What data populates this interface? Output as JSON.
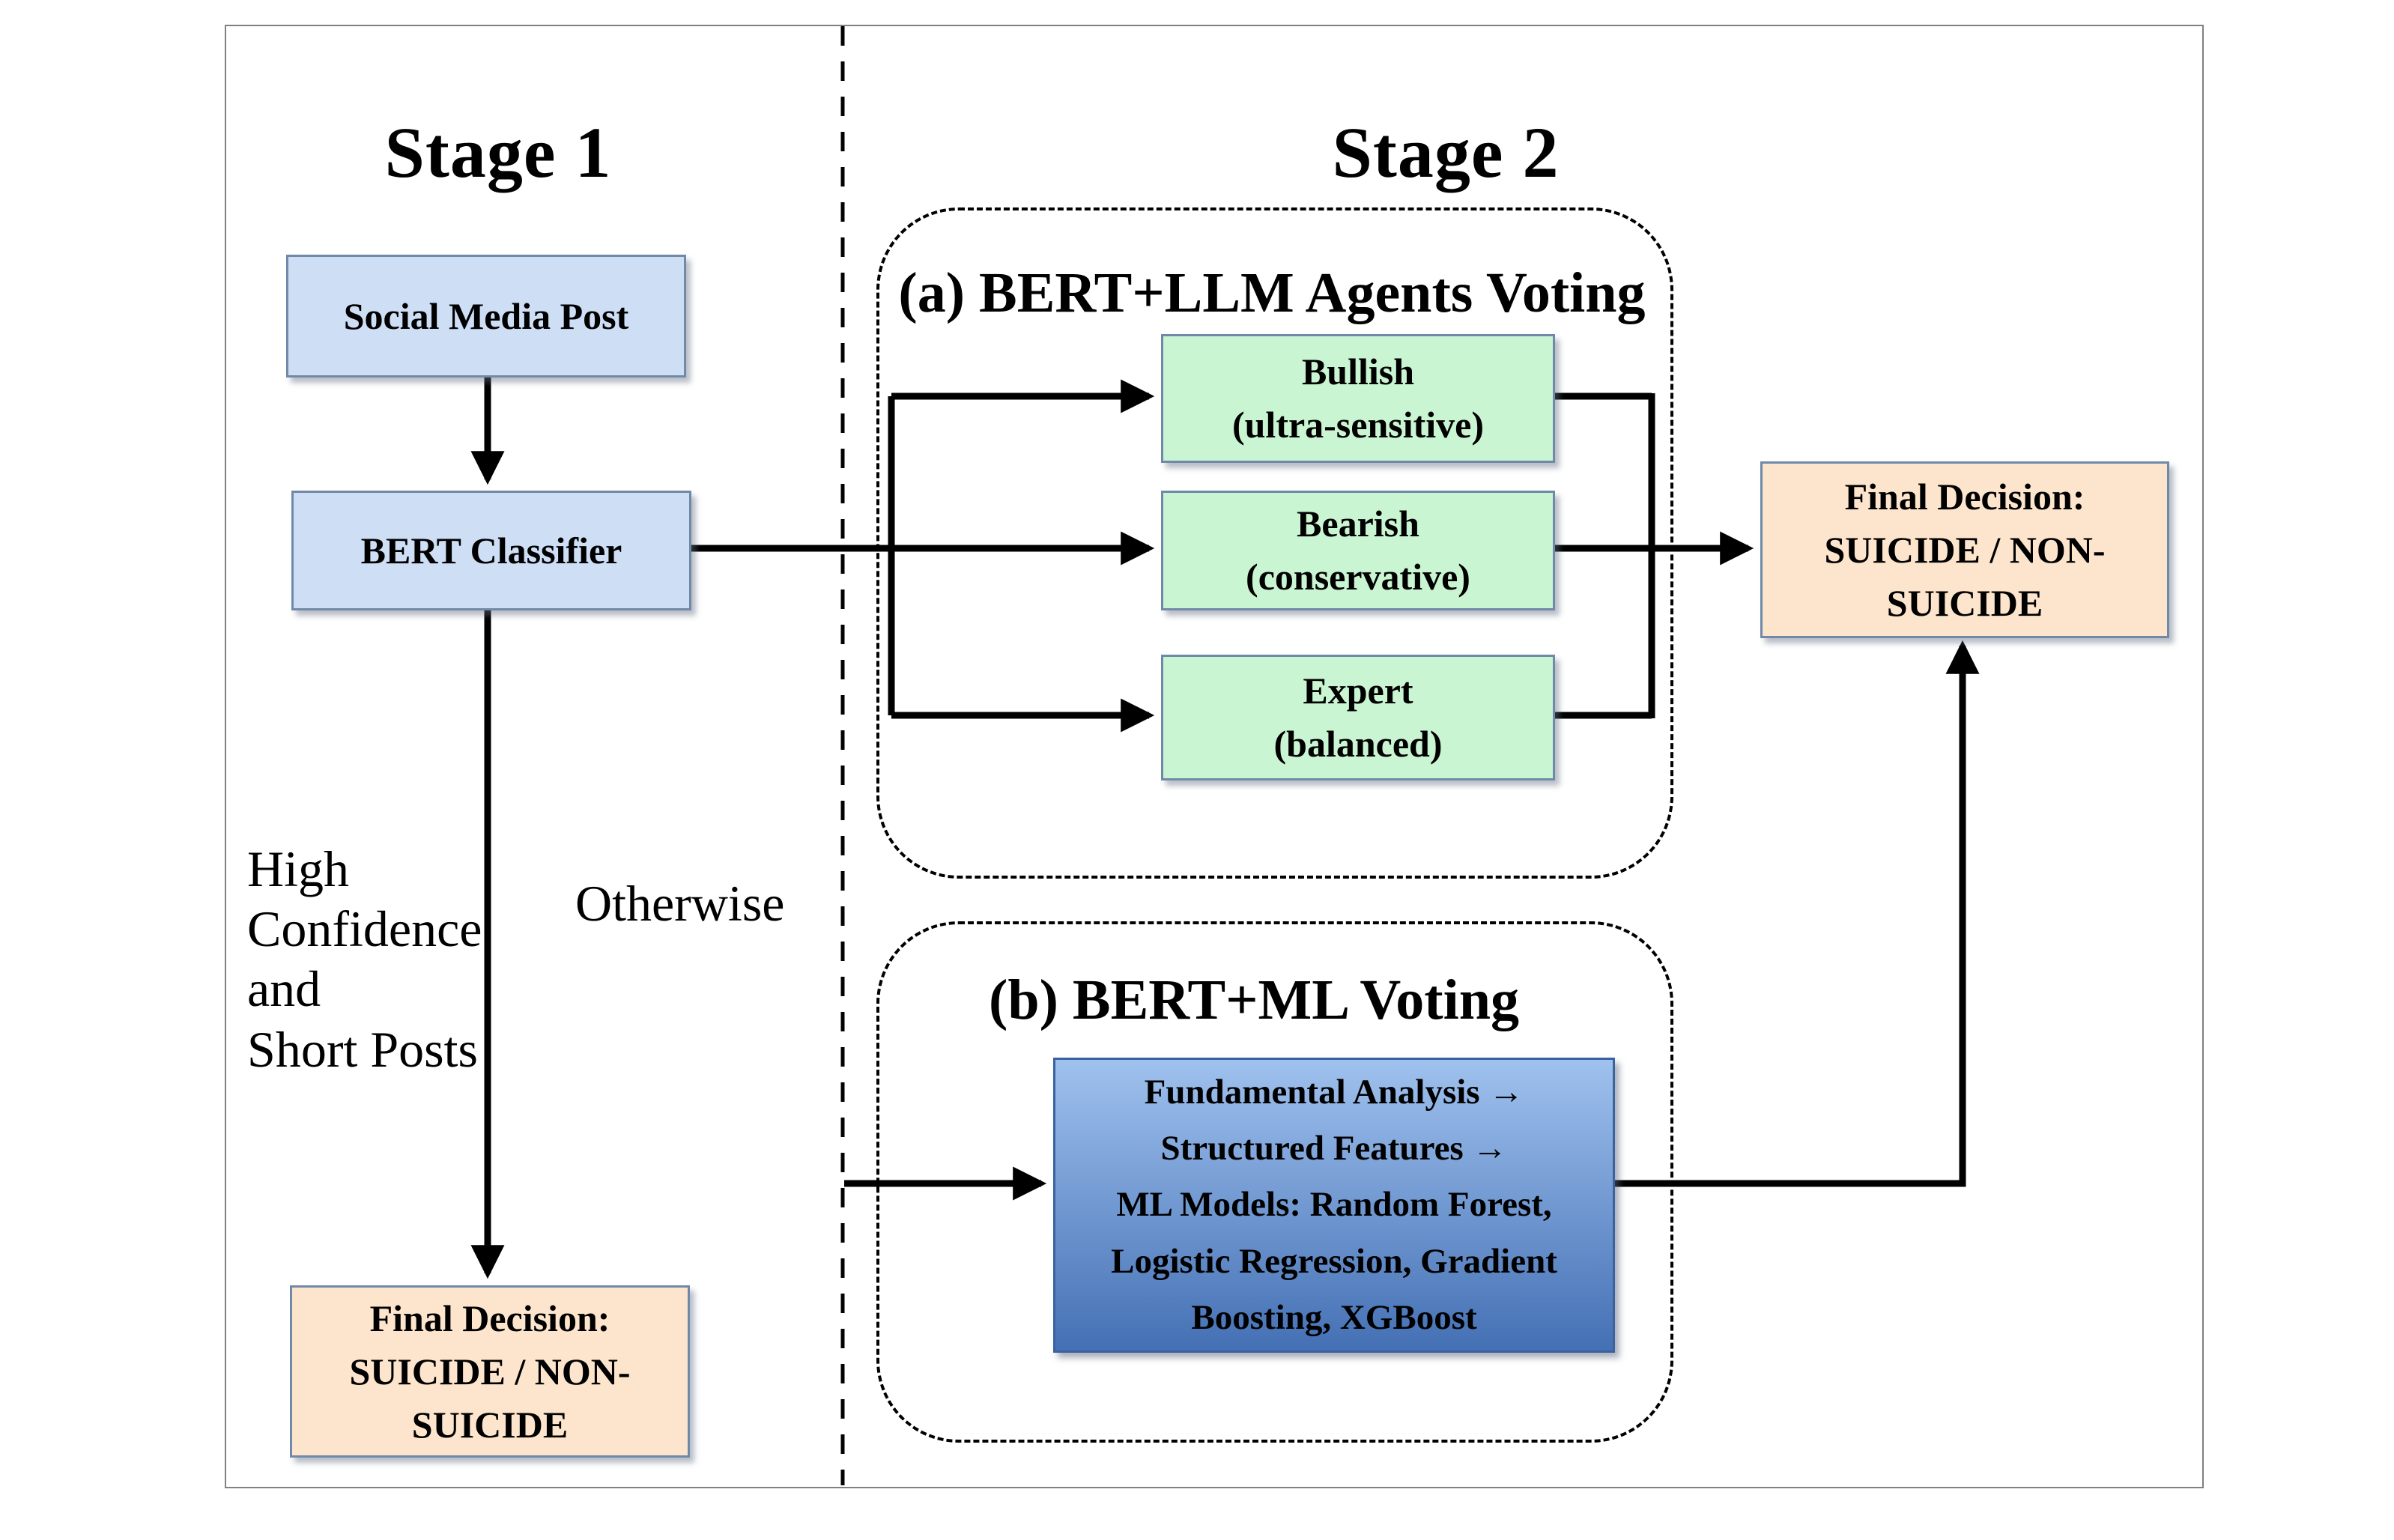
{
  "figure": {
    "stage1": {
      "title": "Stage 1",
      "social_box": "Social Media Post",
      "bert_box": "BERT Classifier",
      "final_box": [
        "Final Decision:",
        "SUICIDE / NON-",
        "SUICIDE"
      ],
      "high_confidence_label": [
        "High",
        "Confidence",
        "and",
        "Short Posts"
      ],
      "otherwise_label": "Otherwise"
    },
    "stage2": {
      "title": "Stage 2",
      "section_a": {
        "header": "(a) BERT+LLM Agents Voting",
        "agents": [
          {
            "name": "Bullish",
            "style": "(ultra-sensitive)"
          },
          {
            "name": "Bearish",
            "style": "(conservative)"
          },
          {
            "name": "Expert",
            "style": "(balanced)"
          }
        ]
      },
      "section_b": {
        "header": "(b) BERT+ML Voting",
        "ml_box": [
          "Fundamental Analysis →",
          "Structured Features →",
          "ML Models: Random Forest,",
          "Logistic Regression, Gradient",
          "Boosting, XGBoost"
        ]
      },
      "final_box": [
        "Final Decision:",
        "SUICIDE / NON-",
        "SUICIDE"
      ]
    },
    "colors": {
      "box-blue": "#cedef5",
      "box-green": "#caf5d2",
      "box-orange": "#fce5cc",
      "box-border": "#7189a9",
      "ml-grad-top": "#9fc1ee",
      "ml-grad-bottom": "#4470b4",
      "ml-border": "#3a62a0",
      "line-color": "#000000",
      "frame-color": "#808080"
    }
  }
}
